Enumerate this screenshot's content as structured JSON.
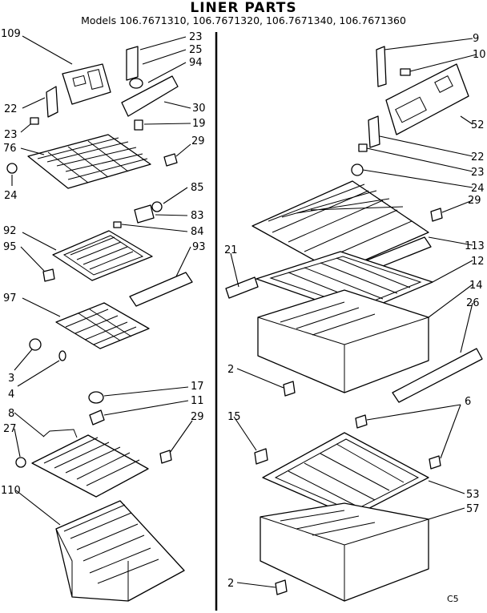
{
  "header": {
    "title": "LINER PARTS",
    "models": "Models 106.7671310, 106.7671320, 106.7671340, 106.7671360"
  },
  "callouts": {
    "c109": "109",
    "c23a": "23",
    "c25": "25",
    "c94": "94",
    "c22a": "22",
    "c30": "30",
    "c19": "19",
    "c23b": "23",
    "c76": "76",
    "c29a": "29",
    "c24a": "24",
    "c85": "85",
    "c83": "83",
    "c84": "84",
    "c92": "92",
    "c95": "95",
    "c93": "93",
    "c97": "97",
    "c3": "3",
    "c4": "4",
    "c17": "17",
    "c11": "11",
    "c8": "8",
    "c27": "27",
    "c29b": "29",
    "c110": "110",
    "c9": "9",
    "c10": "10",
    "c52": "52",
    "c22b": "22",
    "c23c": "23",
    "c24b": "24",
    "c29c": "29",
    "c21": "21",
    "c113": "113",
    "c12": "12",
    "c14": "14",
    "c26": "26",
    "c2a": "2",
    "c15": "15",
    "c6": "6",
    "c53": "53",
    "c57": "57",
    "c2b": "2"
  },
  "footer": {
    "code": "C5"
  }
}
